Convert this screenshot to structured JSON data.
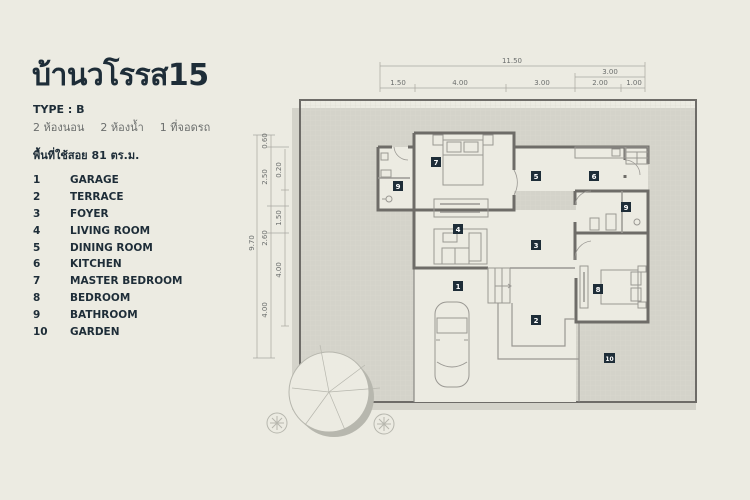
{
  "header": {
    "title": "บ้านวโรรส15",
    "type": "TYPE : B",
    "specs": [
      "2 ห้องนอน",
      "2 ห้องน้ำ",
      "1 ที่จอดรถ"
    ],
    "area": "พื้นที่ใช้สอย 81 ตร.ม."
  },
  "legend": [
    {
      "num": "1",
      "label": "GARAGE"
    },
    {
      "num": "2",
      "label": "TERRACE"
    },
    {
      "num": "3",
      "label": "FOYER"
    },
    {
      "num": "4",
      "label": "LIVING ROOM"
    },
    {
      "num": "5",
      "label": "DINING ROOM"
    },
    {
      "num": "6",
      "label": "KITCHEN"
    },
    {
      "num": "7",
      "label": "MASTER BEDROOM"
    },
    {
      "num": "8",
      "label": "BEDROOM"
    },
    {
      "num": "9",
      "label": "BATHROOM"
    },
    {
      "num": "10",
      "label": "GARDEN"
    }
  ],
  "dimensions": {
    "top_total": "11.50",
    "top_sub": "3.00",
    "top_segments": [
      "1.50",
      "4.00",
      "3.00",
      "2.00",
      "1.00"
    ],
    "left_total": "9.70",
    "left_outer": [
      "0.60",
      "2.50",
      "2.60",
      "4.00"
    ],
    "left_inner": [
      "0.20",
      "1.50",
      "4.00"
    ]
  },
  "room_labels": {
    "r1": "1",
    "r2": "2",
    "r3": "3",
    "r4": "4",
    "r5": "5",
    "r6": "6",
    "r7": "7",
    "r8": "8",
    "r9a": "9",
    "r9b": "9",
    "r10": "10"
  },
  "colors": {
    "background": "#ecebe2",
    "wall": "#6e6c68",
    "badge": "#1e2d38",
    "title": "#1e2d38"
  }
}
